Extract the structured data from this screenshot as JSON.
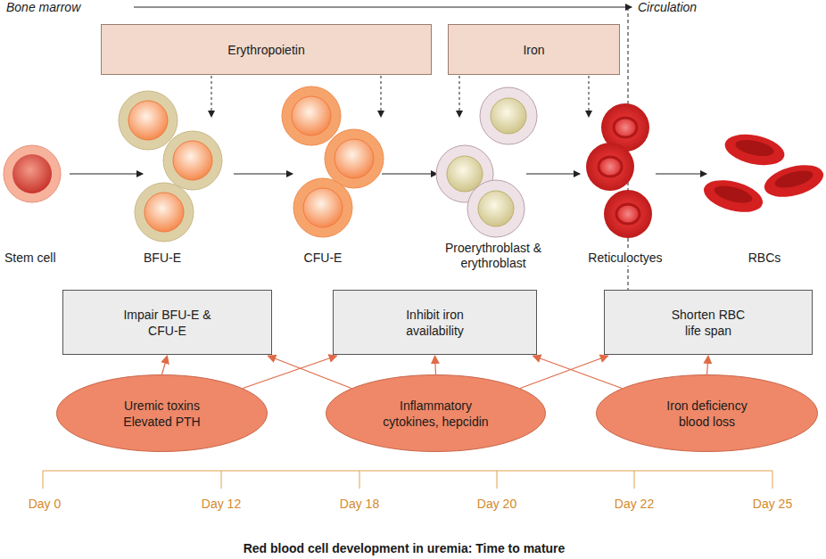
{
  "diagram": {
    "caption": "Red blood cell development in uremia: Time to mature",
    "nodes": [
      {
        "text": [
          "Erythropoietin"
        ]
      },
      {
        "text": [
          "Iron"
        ]
      },
      {
        "text": [
          "Impair BFU-E & CFU-E"
        ]
      },
      {
        "text": [
          "Inhibit iron availability"
        ]
      },
      {
        "text": [
          "Shorten RBC life span"
        ]
      },
      {
        "text": [
          "Uremic toxins",
          "Elevated PTH"
        ]
      },
      {
        "text": [
          "Inflammatory cytokines, hepcidin"
        ]
      },
      {
        "text": [
          "Iron deficiency",
          "blood loss"
        ]
      }
    ],
    "edges": [
      {
        "from": 5,
        "to": 2,
        "arrow": "to"
      },
      {
        "from": 5,
        "to": 3,
        "arrow": "to"
      },
      {
        "from": 6,
        "to": 2,
        "arrow": "to"
      },
      {
        "from": 6,
        "to": 3,
        "arrow": "to"
      },
      {
        "from": 6,
        "to": 4,
        "arrow": "to"
      },
      {
        "from": 7,
        "to": 3,
        "arrow": "to"
      },
      {
        "from": 7,
        "to": 4,
        "arrow": "to"
      }
    ],
    "labels": [
      "Bone marrow",
      "Circulation",
      "Stem cell",
      "BFU-E",
      "CFU-E",
      "Proerythroblast & erythroblast",
      "Reticuloctyes",
      "RBCs",
      "Day 0",
      "Day 12",
      "Day 18",
      "Day 20",
      "Day 22",
      "Day 25"
    ]
  }
}
